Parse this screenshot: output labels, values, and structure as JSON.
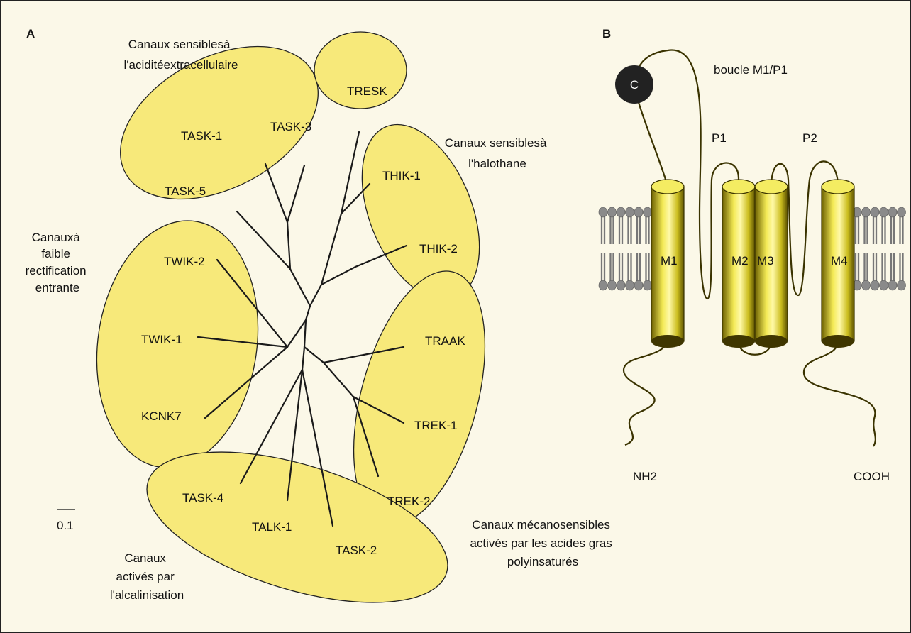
{
  "panel_a": {
    "label": "A",
    "groups": {
      "acid": [
        "Canaux sensiblesà",
        "l'aciditéextracellulaire"
      ],
      "halothane": [
        "Canaux sensiblesà",
        "l'halothane"
      ],
      "weak": [
        "Canauxà",
        "faible",
        "rectification",
        "entrante"
      ],
      "mech": [
        "Canaux mécanosensibles",
        "activés par les acides gras",
        "polyinsaturés"
      ],
      "alk": [
        "Canaux",
        "activés par",
        "l'alcalinisation"
      ]
    },
    "channels": {
      "task1": "TASK-1",
      "task3": "TASK-3",
      "task5": "TASK-5",
      "tresk": "TRESK",
      "thik1": "THIK-1",
      "thik2": "THIK-2",
      "twik2": "TWIK-2",
      "twik1": "TWIK-1",
      "kcnk7": "KCNK7",
      "traak": "TRAAK",
      "trek1": "TREK-1",
      "trek2": "TREK-2",
      "task4": "TASK-4",
      "talk1": "TALK-1",
      "task2": "TASK-2"
    },
    "scale_bar": "0.1",
    "colors": {
      "oval_fill": "#f7e97a",
      "branch": "#1a1a1a"
    }
  },
  "panel_b": {
    "label": "B",
    "loop_label": "boucle M1/P1",
    "c_label": "C",
    "p1": "P1",
    "p2": "P2",
    "helices": {
      "m1": "M1",
      "m2": "M2",
      "m3": "M3",
      "m4": "M4"
    },
    "nh2": "NH2",
    "cooh": "COOH",
    "colors": {
      "helix": "#e5d93a",
      "membrane_head": "#8a8a8a",
      "cys_circle": "#222222"
    }
  }
}
